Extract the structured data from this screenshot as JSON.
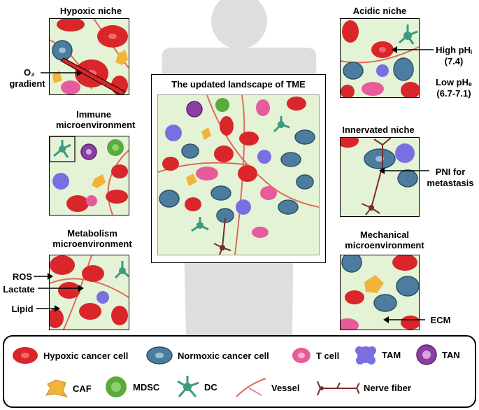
{
  "titles": {
    "hypoxic": "Hypoxic niche",
    "acidic": "Acidic niche",
    "immune": "Immune microenvironment",
    "innervated": "Innervated niche",
    "metabolism": "Metabolism microenvironment",
    "mechanical": "Mechanical microenvironment",
    "center": "The updated landscape of TME"
  },
  "annotations": {
    "o2": "O₂",
    "gradient": "gradient",
    "high_ph": "High pHᵢ",
    "high_ph_val": "(7.4)",
    "low_ph": "Low pHₑ",
    "low_ph_val": "(6.7-7.1)",
    "pni_1": "PNI for",
    "pni_2": "metastasis",
    "ros": "ROS",
    "lactate": "Lactate",
    "lipid": "Lipid",
    "ecm": "ECM"
  },
  "legend": {
    "hypoxic_cell": "Hypoxic cancer cell",
    "normoxic_cell": "Normoxic cancer cell",
    "tcell": "T cell",
    "tam": "TAM",
    "tan": "TAN",
    "caf": "CAF",
    "mdsc": "MDSC",
    "dc": "DC",
    "vessel": "Vessel",
    "nerve": "Nerve fiber"
  },
  "colors": {
    "hypoxic": "#d8262a",
    "normoxic": "#4d7d9e",
    "tcell": "#e85b9a",
    "tam": "#7a6fe0",
    "tan": "#8b3fa0",
    "caf": "#f1b43a",
    "mdsc": "#5aaa3c",
    "dc": "#3c9a80",
    "vessel": "#e06b5b",
    "nerve": "#7a2b2b",
    "panel_bg": "#e4f3d6",
    "silhouette": "#dedede"
  }
}
